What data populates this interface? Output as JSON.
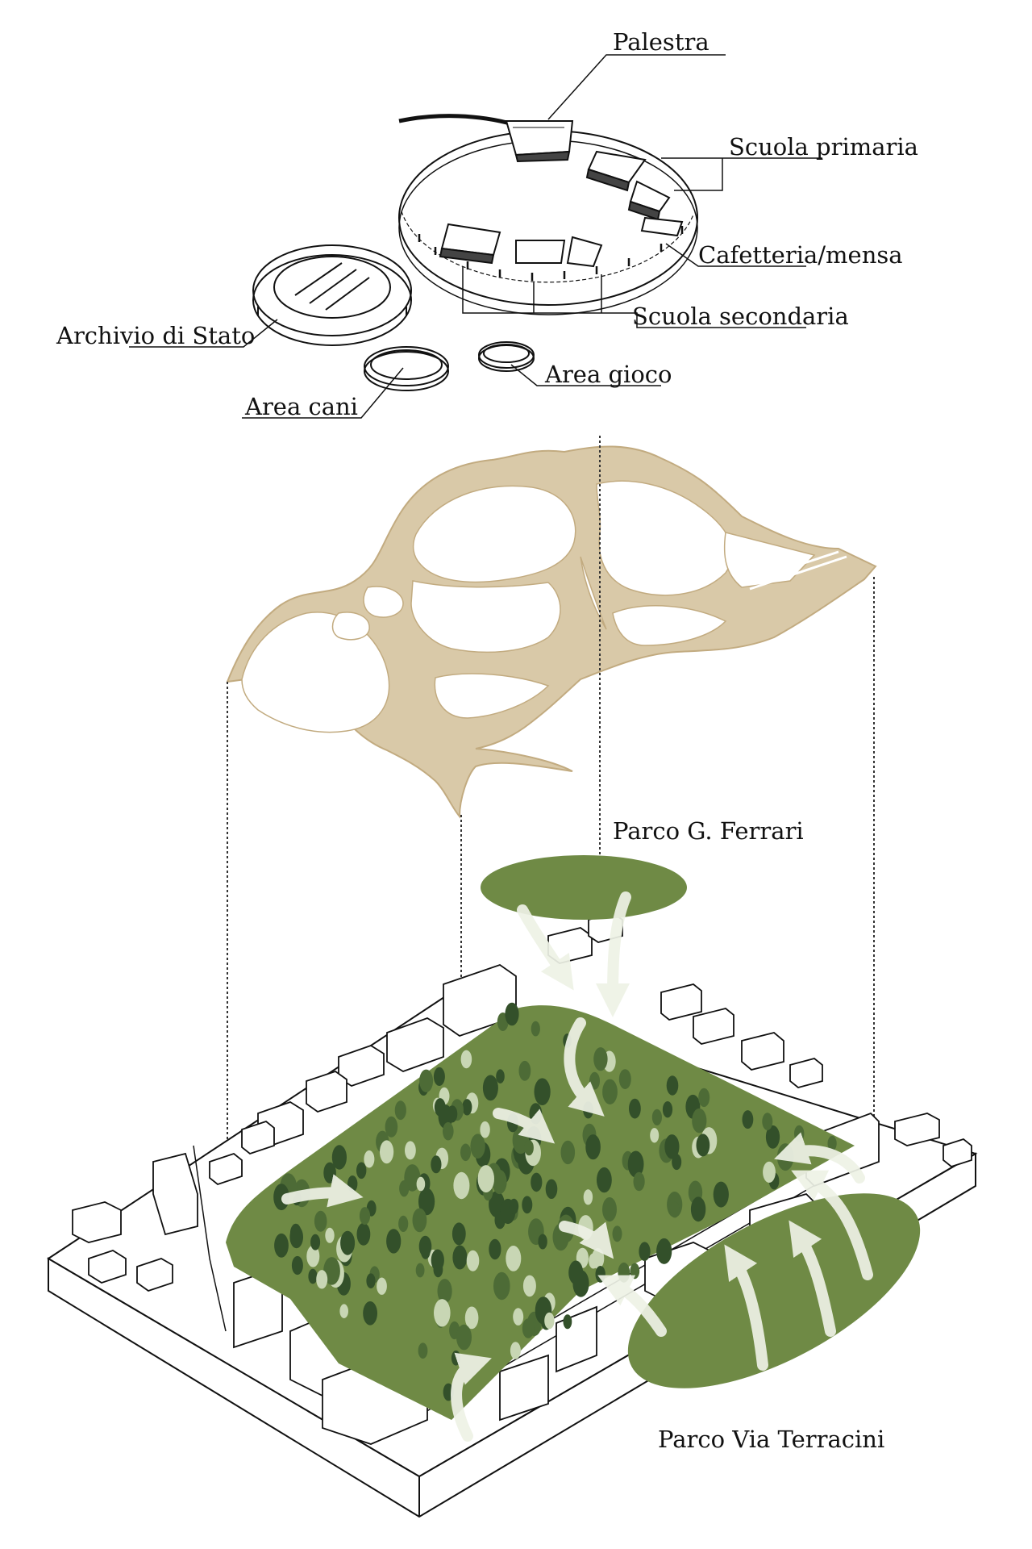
{
  "labels": {
    "palestra": "Palestra",
    "scuola_primaria": "Scuola primaria",
    "cafetteria": "Cafetteria/mensa",
    "scuola_secondaria": "Scuola secondaria",
    "archivio": "Archivio di Stato",
    "area_gioco": "Area gioco",
    "area_cani": "Area cani",
    "parco_ferrari": "Parco G. Ferrari",
    "parco_terracini": "Parco Via Terracini"
  },
  "colors": {
    "line": "#111111",
    "path_fill": "#d9c9a8",
    "path_stroke": "#c2ab80",
    "park_green": "#6f8a45",
    "park_light": "#8aa65a",
    "tree_dark": "#33502a",
    "tree_mid": "#4d6b36",
    "tree_light": "#c8d6b4",
    "arrow": "#eef2e6"
  }
}
